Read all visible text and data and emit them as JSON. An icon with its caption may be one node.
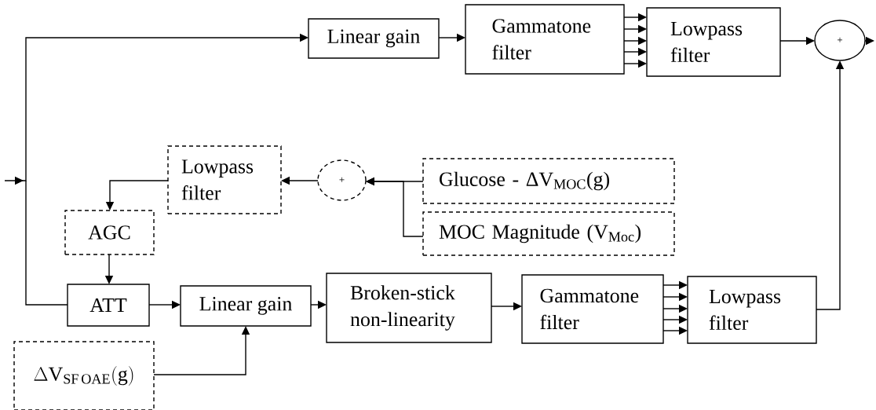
{
  "diagram": {
    "nodes": [
      {
        "text": [
          "Linear gain"
        ]
      },
      {
        "text": [
          "Gammatone filter"
        ]
      },
      {
        "text": [
          "Lowpass filter"
        ]
      },
      {
        "text": [
          "+"
        ]
      },
      {
        "text": [
          "Lowpass filter"
        ]
      },
      {
        "text": [
          "+"
        ]
      },
      {
        "text": [
          "Glucose - ΔV$_{MOC}$(g)"
        ]
      },
      {
        "text": [
          "MOC Magnitude (V$_{Moc}$)"
        ]
      },
      {
        "text": [
          "AGC"
        ]
      },
      {
        "text": [
          "ATT"
        ]
      },
      {
        "text": [
          "Linear gain"
        ]
      },
      {
        "text": [
          "Broken-stick non-linearity"
        ]
      },
      {
        "text": [
          "Gammatone filter"
        ]
      },
      {
        "text": [
          "Lowpass filter"
        ]
      },
      {
        "text": [
          "\\Delta \\mathrm{V}_{\\mathrm{SF\\,OAE}}\\mathrm{(g)}"
        ]
      }
    ],
    "edges": [
      {
        "from": null,
        "to": 0,
        "arrow": "to"
      },
      {
        "from": null,
        "to": 9,
        "arrow": "none"
      },
      {
        "from": 0,
        "to": 1,
        "arrow": "to"
      },
      {
        "from": 1,
        "to": 2,
        "arrow": "to"
      },
      {
        "from": 1,
        "to": 2,
        "arrow": "to"
      },
      {
        "from": 1,
        "to": 2,
        "arrow": "to"
      },
      {
        "from": 1,
        "to": 2,
        "arrow": "to"
      },
      {
        "from": 1,
        "to": 2,
        "arrow": "to"
      },
      {
        "from": 2,
        "to": 3,
        "arrow": "to"
      },
      {
        "from": 3,
        "to": null,
        "arrow": "to"
      },
      {
        "from": 13,
        "to": 3,
        "arrow": "to"
      },
      {
        "from": 6,
        "to": 5,
        "arrow": "to"
      },
      {
        "from": 7,
        "to": 5,
        "arrow": "to"
      },
      {
        "from": 5,
        "to": 4,
        "arrow": "to"
      },
      {
        "from": 4,
        "to": 8,
        "arrow": "to"
      },
      {
        "from": 8,
        "to": 9,
        "arrow": "to"
      },
      {
        "from": 9,
        "to": 10,
        "arrow": "to"
      },
      {
        "from": 14,
        "to": 10,
        "arrow": "to"
      },
      {
        "from": 10,
        "to": 11,
        "arrow": "to"
      },
      {
        "from": 11,
        "to": 12,
        "arrow": "to"
      },
      {
        "from": 12,
        "to": 13,
        "arrow": "to"
      },
      {
        "from": 12,
        "to": 13,
        "arrow": "to"
      },
      {
        "from": 12,
        "to": 13,
        "arrow": "to"
      },
      {
        "from": 12,
        "to": 13,
        "arrow": "to"
      },
      {
        "from": 12,
        "to": 13,
        "arrow": "to"
      }
    ]
  }
}
